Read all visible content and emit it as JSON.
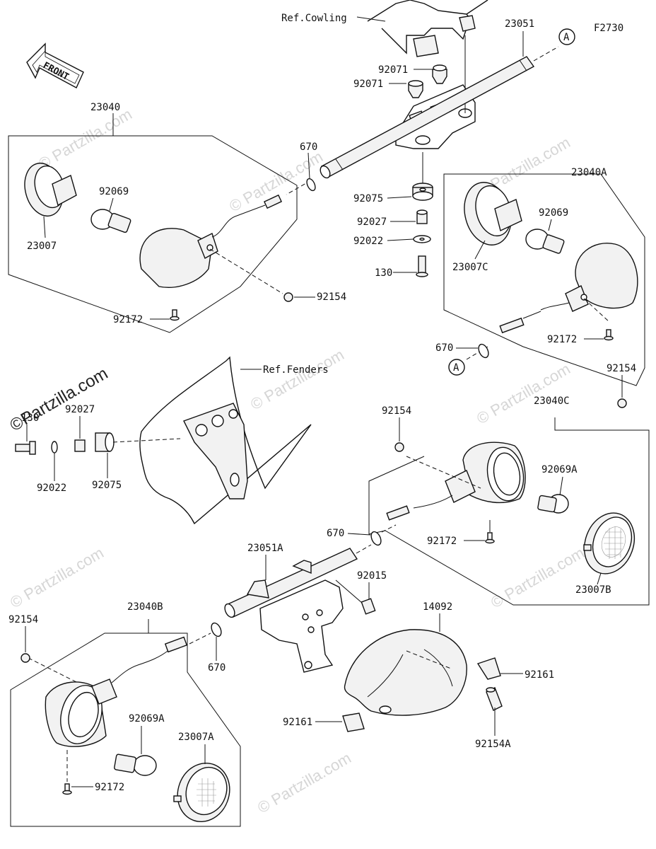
{
  "diagram": {
    "figure_code": "F2730",
    "ref_labels": {
      "cowling": "Ref.Cowling",
      "fenders": "Ref.Fenders"
    },
    "front_label": "FRONT",
    "callout_a": "A",
    "watermarks": {
      "brand": "©Partzilla.com",
      "copy_mark": "© Partzilla.com"
    },
    "labels": {
      "p23051": "23051",
      "p92071a": "92071",
      "p92071b": "92071",
      "p23040": "23040",
      "p670a": "670",
      "p92069a": "92069",
      "p23007": "23007",
      "p92154a": "92154",
      "p92172a": "92172",
      "p92075a": "92075",
      "p92027a": "92027",
      "p92022a": "92022",
      "p130a": "130",
      "p23040A": "23040A",
      "p92069b": "92069",
      "p23007C": "23007C",
      "p92172b": "92172",
      "p670b": "670",
      "p92154b": "92154",
      "p130b": "130",
      "p92027b": "92027",
      "p92022b": "92022",
      "p92075b": "92075",
      "p92154c": "92154",
      "p23040C": "23040C",
      "p92069A1": "92069A",
      "p92172c": "92172",
      "p670c": "670",
      "p23007B": "23007B",
      "p23051A": "23051A",
      "p92015": "92015",
      "p14092": "14092",
      "p92161a": "92161",
      "p92161b": "92161",
      "p92154A": "92154A",
      "p23040B": "23040B",
      "p92154d": "92154",
      "p670d": "670",
      "p92069A2": "92069A",
      "p23007A": "23007A",
      "p92172d": "92172"
    }
  }
}
